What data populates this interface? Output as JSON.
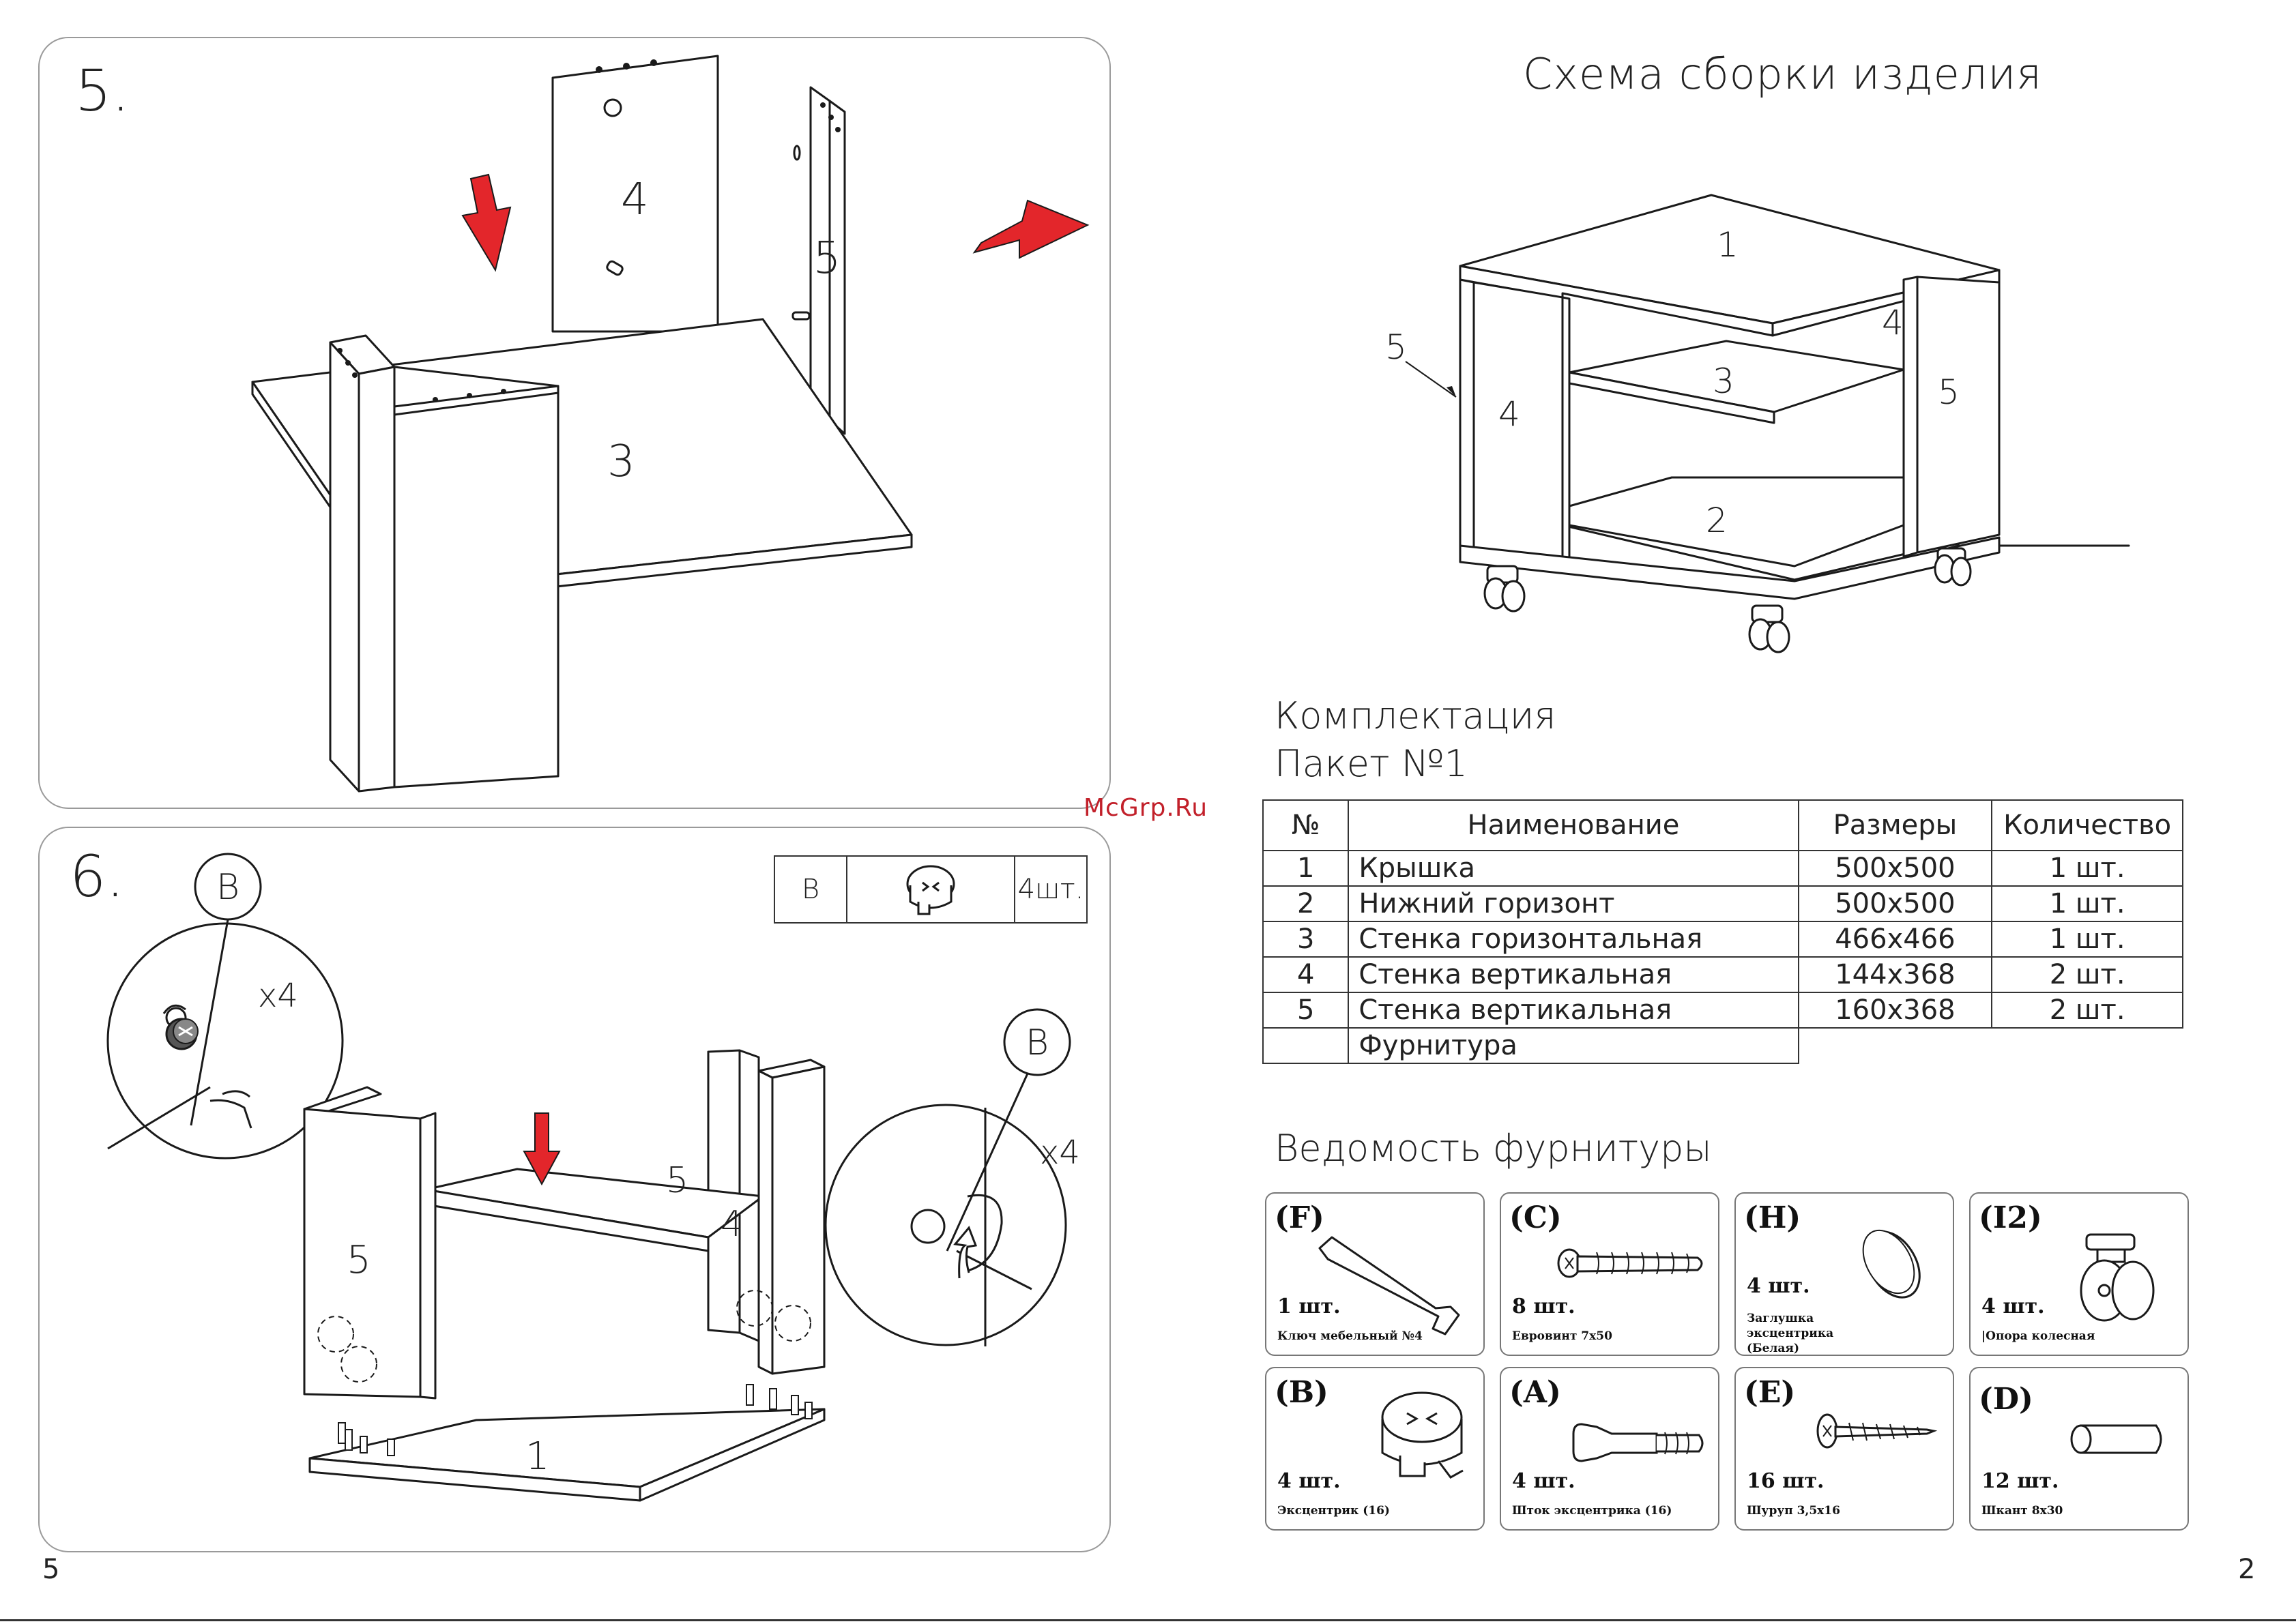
{
  "page_left_number": "5",
  "page_right_number": "2",
  "watermark": "McGrp.Ru",
  "step5": {
    "number": "5.",
    "part_labels": [
      "4",
      "5",
      "3"
    ]
  },
  "step6": {
    "number": "6.",
    "callout_letter": "B",
    "callout_multiplier": "x4",
    "part_labels": [
      "5",
      "5",
      "4",
      "1"
    ],
    "hardware_box": {
      "letter": "B",
      "qty": "4шт."
    }
  },
  "assembly": {
    "title": "Схема сборки изделия",
    "labels": [
      "1",
      "4",
      "3",
      "5",
      "5",
      "4",
      "2"
    ]
  },
  "kit": {
    "heading": "Комплектация",
    "package": "Пакет №1",
    "columns": [
      "№",
      "Наименование",
      "Размеры",
      "Количество"
    ],
    "rows": [
      {
        "num": "1",
        "name": "Крышка",
        "size": "500x500",
        "qty": "1 шт."
      },
      {
        "num": "2",
        "name": "Нижний горизонт",
        "size": "500x500",
        "qty": "1 шт."
      },
      {
        "num": "3",
        "name": "Стенка горизонтальная",
        "size": "466x466",
        "qty": "1 шт."
      },
      {
        "num": "4",
        "name": "Стенка вертикальная",
        "size": "144x368",
        "qty": "2 шт."
      },
      {
        "num": "5",
        "name": "Стенка вертикальная",
        "size": "160x368",
        "qty": "2 шт."
      }
    ],
    "extra_row": "Фурнитура"
  },
  "hardware": {
    "heading": "Ведомость фурнитуры",
    "items": [
      {
        "code": "(F)",
        "qty": "1 шт.",
        "name": "Ключ мебельный №4"
      },
      {
        "code": "(C)",
        "qty": "8 шт.",
        "name": "Евровинт 7x50"
      },
      {
        "code": "(H)",
        "qty": "4 шт.",
        "name": "Заглушка эксцентрика (Белая)"
      },
      {
        "code": "(I2)",
        "qty": "4 шт.",
        "name": "|Опора колесная"
      },
      {
        "code": "(B)",
        "qty": "4 шт.",
        "name": "Эксцентрик (16)"
      },
      {
        "code": "(A)",
        "qty": "4 шт.",
        "name": "Шток эксцентрика (16)"
      },
      {
        "code": "(E)",
        "qty": "16 шт.",
        "name": "Шуруп 3,5x16"
      },
      {
        "code": "(D)",
        "qty": "12 шт.",
        "name": "Шкант 8x30"
      }
    ]
  },
  "colors": {
    "arrow": "#e3262b",
    "line": "#1a1a1a",
    "frame": "#9a9a9a"
  }
}
